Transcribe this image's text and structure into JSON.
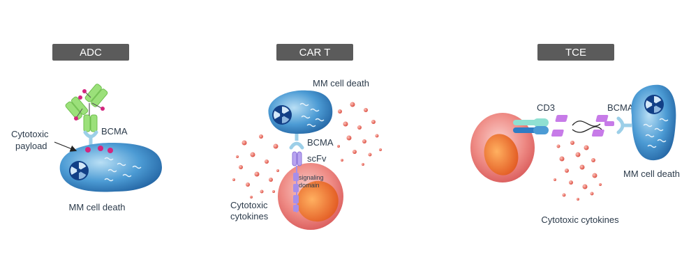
{
  "panels": {
    "adc": {
      "title": "ADC",
      "payload_label_line1": "Cytotoxic",
      "payload_label_line2": "payload",
      "receptor_label": "BCMA",
      "outcome_label": "MM cell death"
    },
    "car_t": {
      "title": "CAR T",
      "outcome_label": "MM cell death",
      "receptor_label": "BCMA",
      "scfv_label": "scFv",
      "signaling_line1": "signaling",
      "signaling_line2": "domain",
      "cytokine_line1": "Cytotoxic",
      "cytokine_line2": "cytokines"
    },
    "tce": {
      "title": "TCE",
      "cd3_label": "CD3",
      "receptor_label": "BCMA",
      "outcome_label": "MM cell death",
      "cytokine_label": "Cytotoxic cytokines"
    }
  },
  "colors": {
    "tag_bg": "#5b5b5b",
    "mm_cell": "#3f8fcc",
    "t_cell": "#e86060",
    "bcma": "#9ccfe8",
    "antibody": "#9be07a",
    "payload": "#d4267e",
    "car": "#a88ee8",
    "bispecific": "#c77be8",
    "cytokine": "#e46a5e"
  }
}
